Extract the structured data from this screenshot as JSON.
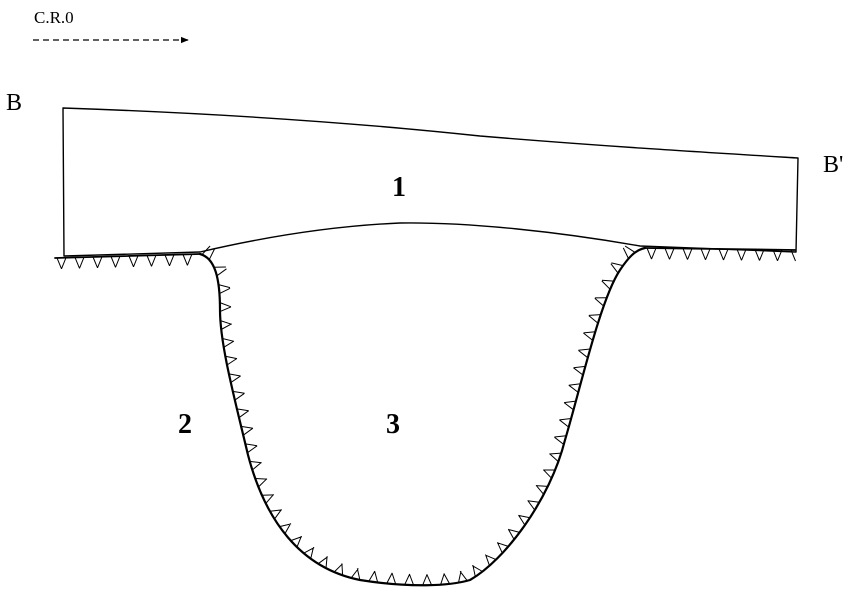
{
  "arrow": {
    "label": "C.R.0"
  },
  "labels": {
    "left_end": "B",
    "right_end": "B'",
    "region_1": "1",
    "region_2": "2",
    "region_3": "3"
  },
  "colors": {
    "line": "#000000",
    "background": "#ffffff"
  }
}
